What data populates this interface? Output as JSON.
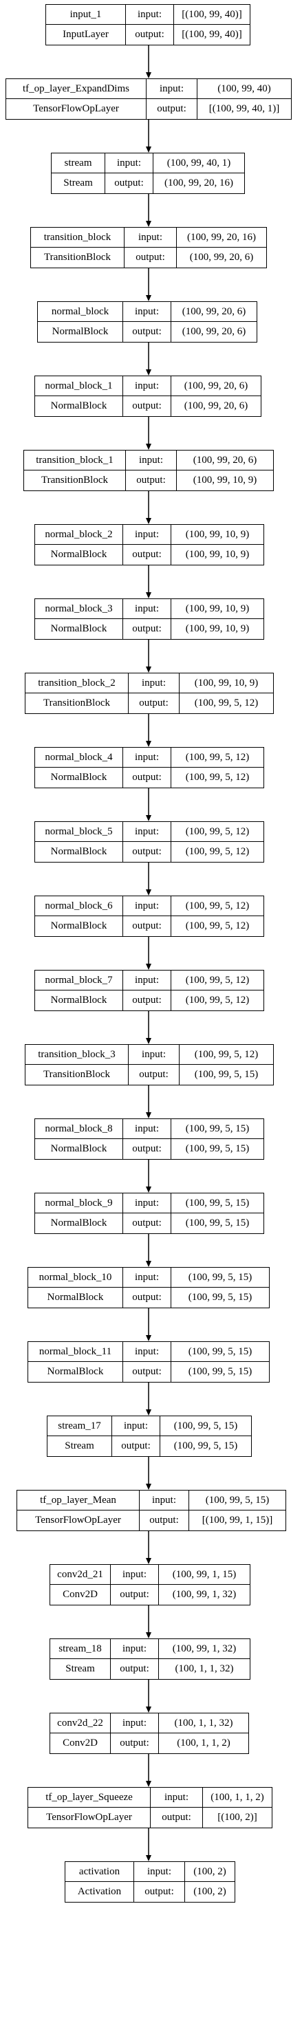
{
  "diagram": {
    "labels": {
      "input": "input:",
      "output": "output:"
    },
    "layers": [
      {
        "name": "input_1",
        "type": "InputLayer",
        "input": "[(100, 99, 40)]",
        "output": "[(100, 99, 40)]"
      },
      {
        "name": "tf_op_layer_ExpandDims",
        "type": "TensorFlowOpLayer",
        "input": "(100, 99, 40)",
        "output": "[(100, 99, 40, 1)]"
      },
      {
        "name": "stream",
        "type": "Stream",
        "input": "(100, 99, 40, 1)",
        "output": "(100, 99, 20, 16)"
      },
      {
        "name": "transition_block",
        "type": "TransitionBlock",
        "input": "(100, 99, 20, 16)",
        "output": "(100, 99, 20, 6)"
      },
      {
        "name": "normal_block",
        "type": "NormalBlock",
        "input": "(100, 99, 20, 6)",
        "output": "(100, 99, 20, 6)"
      },
      {
        "name": "normal_block_1",
        "type": "NormalBlock",
        "input": "(100, 99, 20, 6)",
        "output": "(100, 99, 20, 6)"
      },
      {
        "name": "transition_block_1",
        "type": "TransitionBlock",
        "input": "(100, 99, 20, 6)",
        "output": "(100, 99, 10, 9)"
      },
      {
        "name": "normal_block_2",
        "type": "NormalBlock",
        "input": "(100, 99, 10, 9)",
        "output": "(100, 99, 10, 9)"
      },
      {
        "name": "normal_block_3",
        "type": "NormalBlock",
        "input": "(100, 99, 10, 9)",
        "output": "(100, 99, 10, 9)"
      },
      {
        "name": "transition_block_2",
        "type": "TransitionBlock",
        "input": "(100, 99, 10, 9)",
        "output": "(100, 99, 5, 12)"
      },
      {
        "name": "normal_block_4",
        "type": "NormalBlock",
        "input": "(100, 99, 5, 12)",
        "output": "(100, 99, 5, 12)"
      },
      {
        "name": "normal_block_5",
        "type": "NormalBlock",
        "input": "(100, 99, 5, 12)",
        "output": "(100, 99, 5, 12)"
      },
      {
        "name": "normal_block_6",
        "type": "NormalBlock",
        "input": "(100, 99, 5, 12)",
        "output": "(100, 99, 5, 12)"
      },
      {
        "name": "normal_block_7",
        "type": "NormalBlock",
        "input": "(100, 99, 5, 12)",
        "output": "(100, 99, 5, 12)"
      },
      {
        "name": "transition_block_3",
        "type": "TransitionBlock",
        "input": "(100, 99, 5, 12)",
        "output": "(100, 99, 5, 15)"
      },
      {
        "name": "normal_block_8",
        "type": "NormalBlock",
        "input": "(100, 99, 5, 15)",
        "output": "(100, 99, 5, 15)"
      },
      {
        "name": "normal_block_9",
        "type": "NormalBlock",
        "input": "(100, 99, 5, 15)",
        "output": "(100, 99, 5, 15)"
      },
      {
        "name": "normal_block_10",
        "type": "NormalBlock",
        "input": "(100, 99, 5, 15)",
        "output": "(100, 99, 5, 15)"
      },
      {
        "name": "normal_block_11",
        "type": "NormalBlock",
        "input": "(100, 99, 5, 15)",
        "output": "(100, 99, 5, 15)"
      },
      {
        "name": "stream_17",
        "type": "Stream",
        "input": "(100, 99, 5, 15)",
        "output": "(100, 99, 5, 15)"
      },
      {
        "name": "tf_op_layer_Mean",
        "type": "TensorFlowOpLayer",
        "input": "(100, 99, 5, 15)",
        "output": "[(100, 99, 1, 15)]"
      },
      {
        "name": "conv2d_21",
        "type": "Conv2D",
        "input": "(100, 99, 1, 15)",
        "output": "(100, 99, 1, 32)"
      },
      {
        "name": "stream_18",
        "type": "Stream",
        "input": "(100, 99, 1, 32)",
        "output": "(100, 1, 1, 32)"
      },
      {
        "name": "conv2d_22",
        "type": "Conv2D",
        "input": "(100, 1, 1, 32)",
        "output": "(100, 1, 1, 2)"
      },
      {
        "name": "tf_op_layer_Squeeze",
        "type": "TensorFlowOpLayer",
        "input": "(100, 1, 1, 2)",
        "output": "[(100, 2)]"
      },
      {
        "name": "activation",
        "type": "Activation",
        "input": "(100, 2)",
        "output": "(100, 2)"
      }
    ]
  }
}
